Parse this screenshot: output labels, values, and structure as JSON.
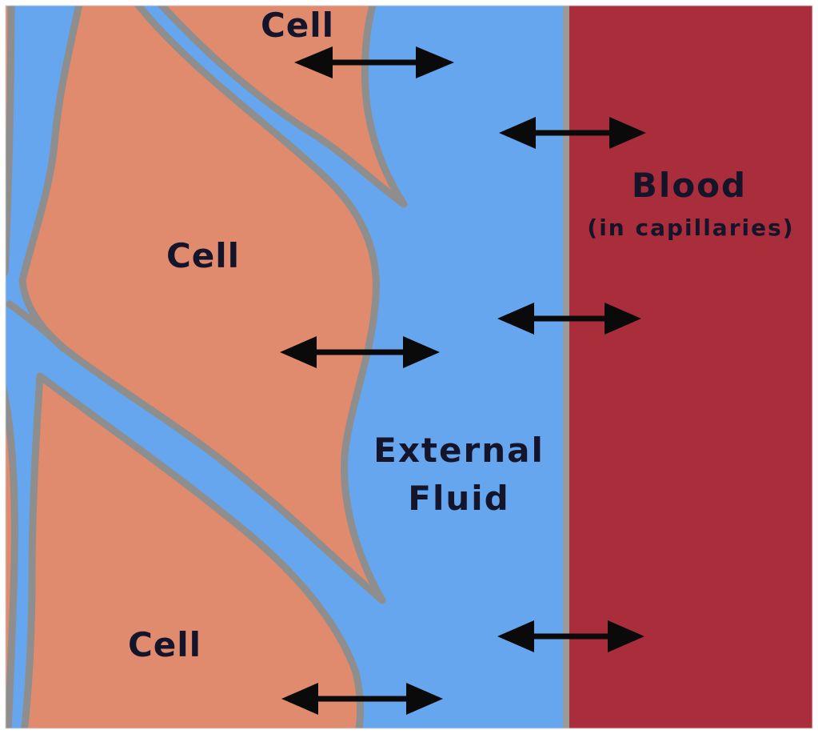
{
  "diagram": {
    "labels": {
      "cell_top": "Cell",
      "cell_middle": "Cell",
      "cell_bottom": "Cell",
      "blood_title": "Blood",
      "blood_subtitle": "(in capillaries)",
      "fluid_line1": "External",
      "fluid_line2": "Fluid"
    },
    "colors": {
      "cell": "#e08a6e",
      "cell_outline": "#8e8e8e",
      "external_fluid": "#66a6ee",
      "blood": "#a92d3b",
      "capillary_wall": "#9a9a9a",
      "arrow": "#0a0a0a",
      "text": "#14142b"
    },
    "exchange_arrows": [
      "cell-to-fluid",
      "fluid-to-blood",
      "fluid-to-blood",
      "cell-to-fluid",
      "fluid-to-blood",
      "cell-to-fluid"
    ]
  }
}
